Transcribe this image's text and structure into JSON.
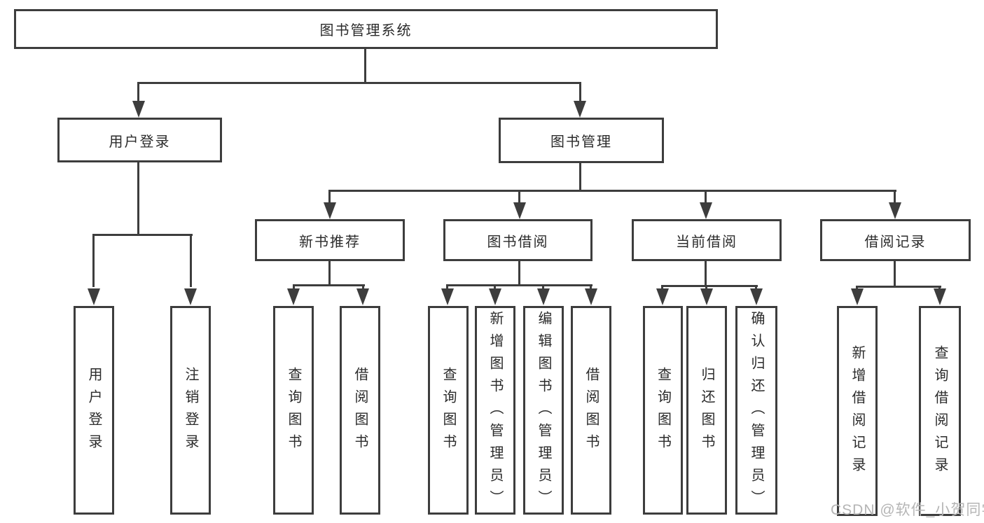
{
  "diagram": {
    "root": {
      "label": "图书管理系统"
    },
    "level2": [
      {
        "label": "用户登录"
      },
      {
        "label": "图书管理"
      }
    ],
    "level3": [
      {
        "label": "新书推荐"
      },
      {
        "label": "图书借阅"
      },
      {
        "label": "当前借阅"
      },
      {
        "label": "借阅记录"
      }
    ],
    "leaves": {
      "user_login": [
        {
          "label": "用户登录"
        },
        {
          "label": "注销登录"
        }
      ],
      "new_book": [
        {
          "label": "查询图书"
        },
        {
          "label": "借阅图书"
        }
      ],
      "book_borrow": [
        {
          "label": "查询图书"
        },
        {
          "label": "新增图书（管理员）"
        },
        {
          "label": "编辑图书（管理员）"
        },
        {
          "label": "借阅图书"
        }
      ],
      "current_borrow": [
        {
          "label": "查询图书"
        },
        {
          "label": "归还图书"
        },
        {
          "label": "确认归还（管理员）"
        }
      ],
      "borrow_record": [
        {
          "label": "新增借阅记录"
        },
        {
          "label": "查询借阅记录"
        }
      ]
    }
  },
  "watermark": {
    "text": "CSDN @软件_小贺同学"
  },
  "colors": {
    "line": "#3d3d3d",
    "text": "#2b2b2b",
    "watermark": "#b5b5b5",
    "background": "#ffffff"
  }
}
